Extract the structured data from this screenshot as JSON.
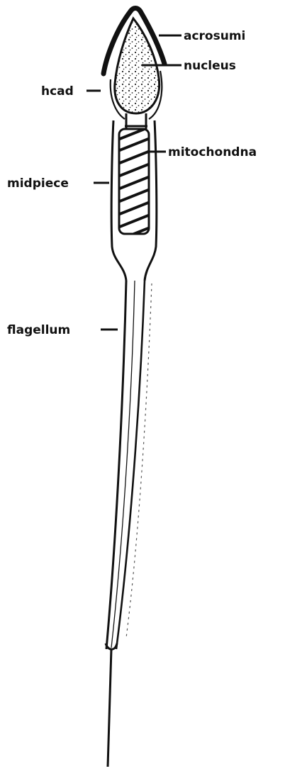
{
  "labels": {
    "acrosome": "acrosumi",
    "nucleus": "nucleus",
    "head": "hcad",
    "mitochondria": "mitochondna",
    "midpiece": "midpiece",
    "flagellum": "flagellum"
  },
  "colors": {
    "ink": "#111111",
    "background": "#ffffff"
  }
}
